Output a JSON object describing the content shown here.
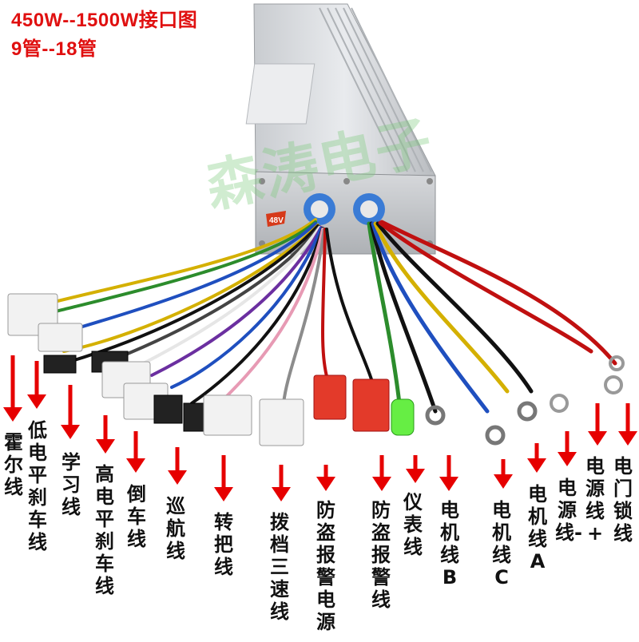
{
  "title": {
    "line1": "450W--1500W接口图",
    "line2": "9管--18管"
  },
  "watermark": "森涛电子",
  "badge": "48V",
  "colors": {
    "arrow": "#e60000",
    "title": "#e01010"
  },
  "labels": [
    "霍尔线",
    "低电平刹车线",
    "学习线",
    "高电平刹车线",
    "倒车线",
    "巡航线",
    "转把线",
    "拨档三速线",
    "防盗报警电源",
    "防盗报警线",
    "仪表线",
    "电机线B",
    "电机线C",
    "电机线A",
    "电源线-",
    "电源线+",
    "电门锁线"
  ]
}
